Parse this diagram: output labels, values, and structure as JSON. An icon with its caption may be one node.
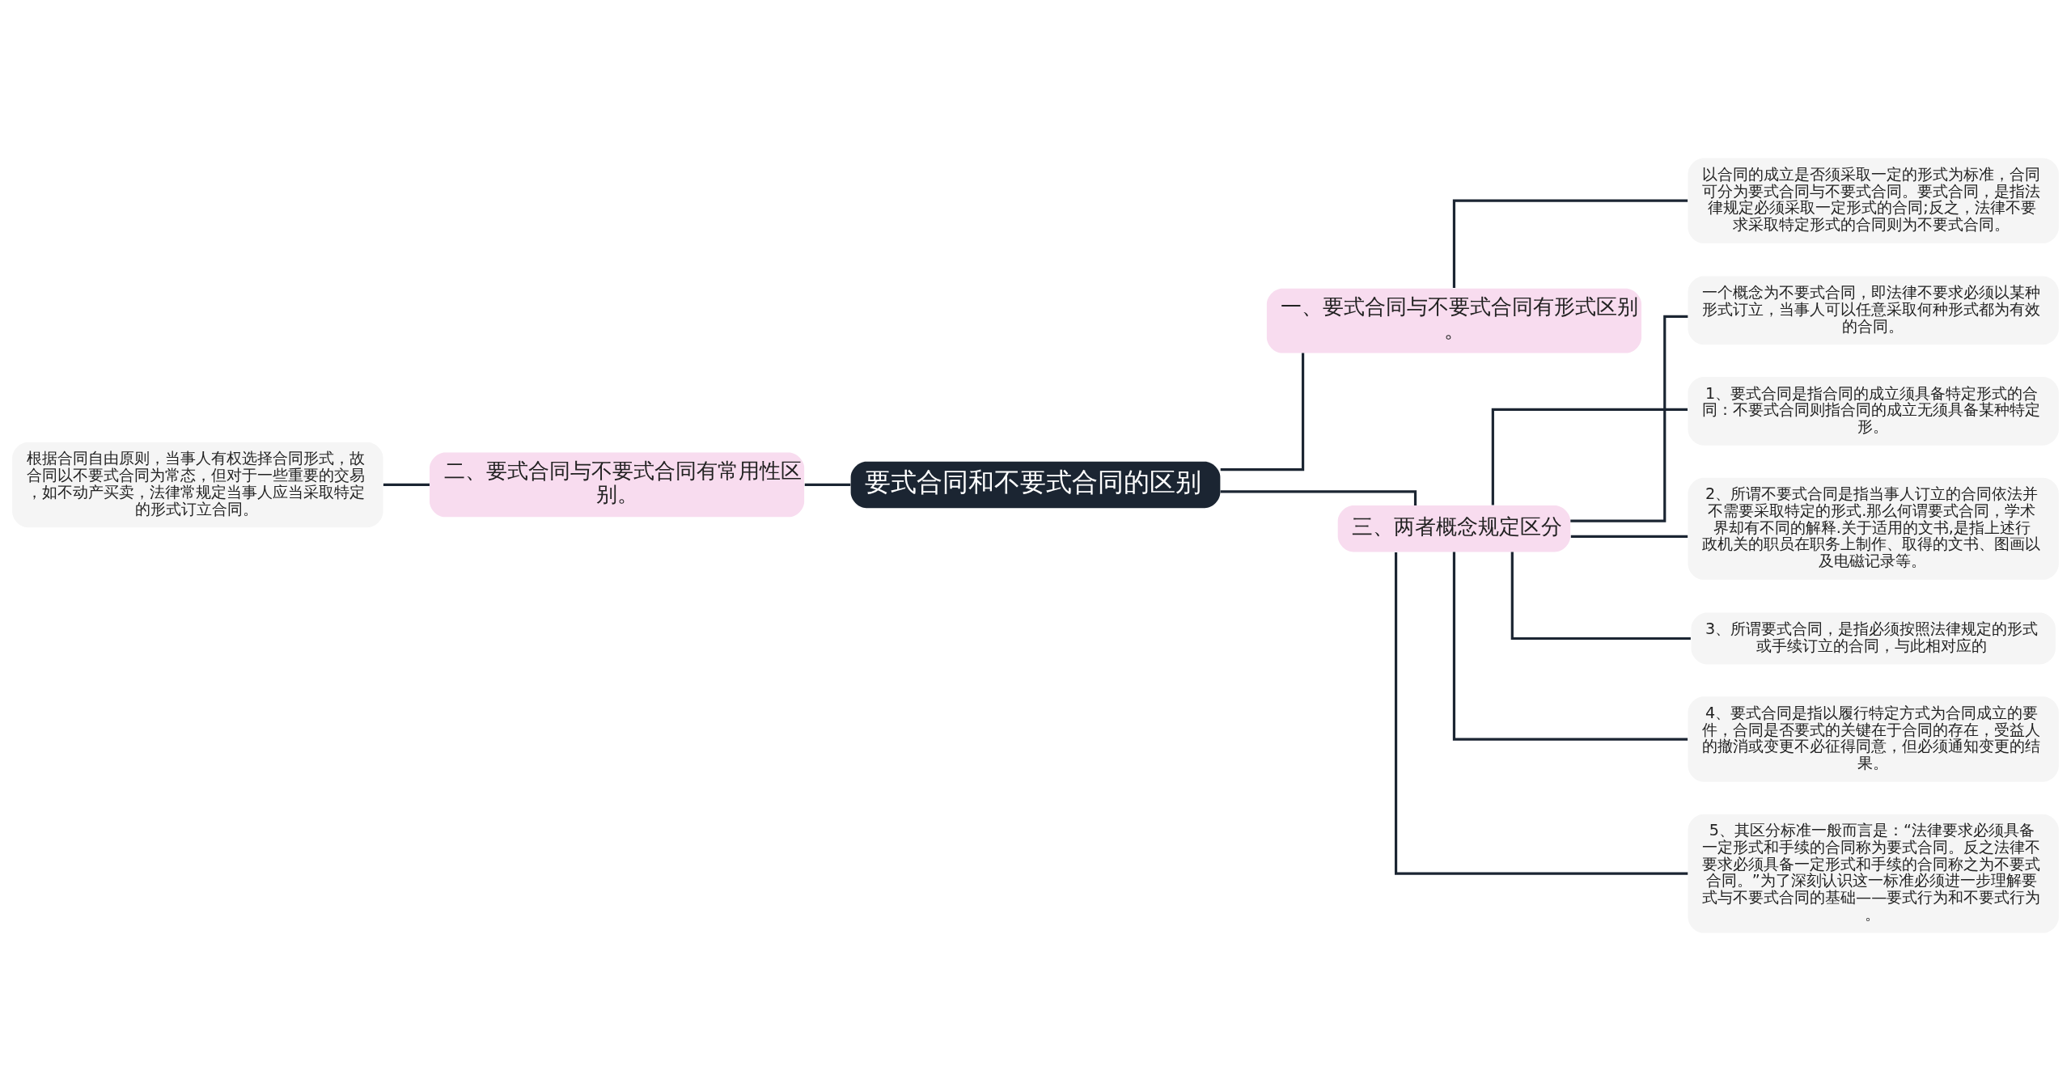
{
  "diagram": {
    "nodes": [
      {
        "text": [
          "要式合同和不要式合同的区别"
        ]
      },
      {
        "text": [
          "一、要式合同与不要式合同有形式区别。"
        ]
      },
      {
        "text": [
          "以合同的成立是否须采取一定的形式为标准，合同可分为要式合同与不要式合同。要式合同，是指法律规定必须采取一定形式的合同;反之，法律不要求采取特定形式的合同则为不要式合同。"
        ]
      },
      {
        "text": [
          "二、要式合同与不要式合同有常用性区别。"
        ]
      },
      {
        "text": [
          "根据合同自由原则，当事人有权选择合同形式，故合同以不要式合同为常态，但对于一些重要的交易，如不动产买卖，法律常规定当事人应当采取特定的形式订立合同。"
        ]
      },
      {
        "text": [
          "三、两者概念规定区分"
        ]
      },
      {
        "text": [
          "一个概念为不要式合同，即法律不要求必须以某种形式订立，当事人可以任意采取何种形式都为有效的合同。"
        ]
      },
      {
        "text": [
          "1、要式合同是指合同的成立须具备特定形式的合同：不要式合同则指合同的成立无须具备某种特定形。"
        ]
      },
      {
        "text": [
          "2、所谓不要式合同是指当事人订立的合同依法并不需要采取特定的形式.那么何谓要式合同，学术界却有不同的解释.关于适用的文书,是指上述行政机关的职员在职务上制作、取得的文书、图画以及电磁记录等。"
        ]
      },
      {
        "text": [
          "3、所谓要式合同，是指必须按照法律规定的形式或手续订立的合同，与此相对应的"
        ]
      },
      {
        "text": [
          "4、要式合同是指以履行特定方式为合同成立的要件，合同是否要式的关键在于合同的存在，受益人的撤消或变更不必征得同意，但必须通知变更的结果。"
        ]
      },
      {
        "text": [
          "5、其区分标准一般而言是：“法律要求必须具备一定形式和手续的合同称为要式合同。反之法律不要求必须具备一定形式和手续的合同称之为不要式合同。”为了深刻认识这一标准必须进一步理解要式与不要式合同的基础——要式行为和不要式行为。"
        ]
      }
    ],
    "edges": [
      {
        "from": 0,
        "to": 1,
        "arrow": "none"
      },
      {
        "from": 1,
        "to": 2,
        "arrow": "none"
      },
      {
        "from": 0,
        "to": 3,
        "arrow": "none"
      },
      {
        "from": 3,
        "to": 4,
        "arrow": "none"
      },
      {
        "from": 0,
        "to": 5,
        "arrow": "none"
      },
      {
        "from": 5,
        "to": 6,
        "arrow": "none"
      },
      {
        "from": 5,
        "to": 7,
        "arrow": "none"
      },
      {
        "from": 5,
        "to": 8,
        "arrow": "none"
      },
      {
        "from": 5,
        "to": 9,
        "arrow": "none"
      },
      {
        "from": 5,
        "to": 10,
        "arrow": "none"
      },
      {
        "from": 5,
        "to": 11,
        "arrow": "none"
      }
    ]
  }
}
